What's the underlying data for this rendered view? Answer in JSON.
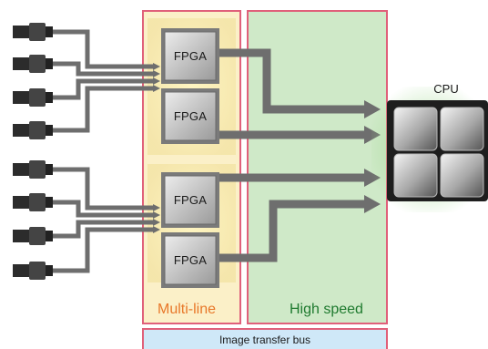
{
  "cpu": {
    "label": "CPU"
  },
  "fpgas": [
    {
      "label": "FPGA"
    },
    {
      "label": "FPGA"
    },
    {
      "label": "FPGA"
    },
    {
      "label": "FPGA"
    }
  ],
  "regions": {
    "multi_line": {
      "label": "Multi-line",
      "color": "#e8782a"
    },
    "high_speed": {
      "label": "High speed",
      "color": "#1f7a2f"
    }
  },
  "bus": {
    "label": "Image transfer bus"
  },
  "colors": {
    "region_border": "#e0607a",
    "multi_line_fill": "#fbf0c8",
    "high_speed_fill": "#cfe9c8",
    "bus_fill": "#cfe8f8",
    "connector": "#6e6e6e"
  },
  "cameras": {
    "count": 8
  }
}
